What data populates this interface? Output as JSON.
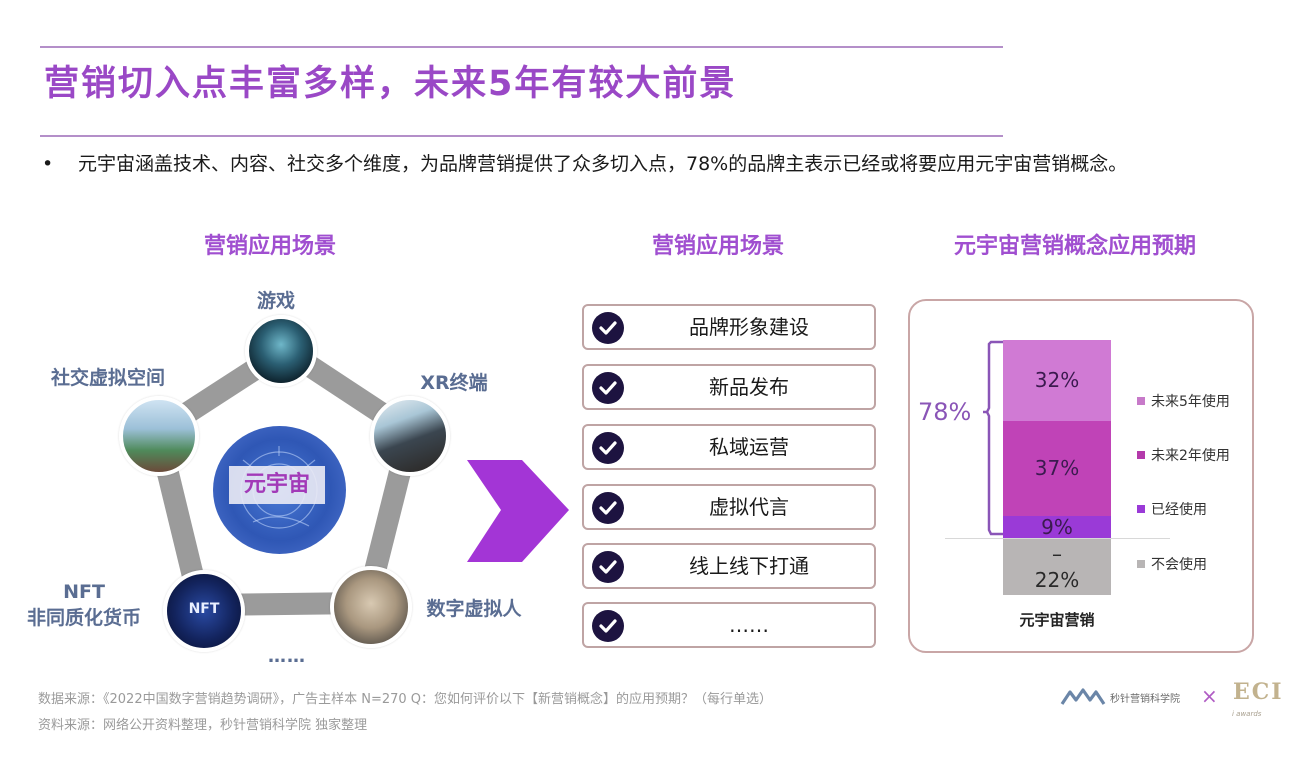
{
  "header": {
    "title": "营销切入点丰富多样，未来5年有较大前景"
  },
  "bullet": {
    "dot": "•",
    "text": "元宇宙涵盖技术、内容、社交多个维度，为品牌营销提供了众多切入点，78%的品牌主表示已经或将要应用元宇宙营销概念。"
  },
  "diagram": {
    "title": "营销应用场景",
    "center": "元宇宙",
    "nodes": [
      {
        "label": "游戏",
        "icon": "game-image"
      },
      {
        "label": "XR终端",
        "icon": "vr-headset-image"
      },
      {
        "label": "数字虚拟人",
        "icon": "virtual-human-image"
      },
      {
        "label": "NFT\n非同质化货币",
        "label_line1": "NFT",
        "label_line2": "非同质化货币",
        "icon": "nft-image",
        "badge": "NFT"
      },
      {
        "label": "社交虚拟空间",
        "icon": "social-space-image"
      }
    ],
    "more": "……",
    "colors": {
      "connector": "#9b9b9b",
      "label": "#5a6d92",
      "center_text": "#a23ab8",
      "orb": "#2f57b5"
    }
  },
  "arrow": {
    "icon": "right-arrow-icon",
    "color": "#a335d6"
  },
  "scenarios": {
    "title": "营销应用场景",
    "items": [
      {
        "label": "品牌形象建设",
        "checked": true
      },
      {
        "label": "新品发布",
        "checked": true
      },
      {
        "label": "私域运营",
        "checked": true
      },
      {
        "label": "虚拟代言",
        "checked": true
      },
      {
        "label": "线上线下打通",
        "checked": true
      },
      {
        "label": "……",
        "checked": true
      }
    ]
  },
  "chart": {
    "title": "元宇宙营销概念应用预期",
    "bracket_label": "78%",
    "category": "元宇宙营销",
    "segments": [
      {
        "label": "32%",
        "value": 32,
        "series": "未来5年使用",
        "color": "#d07ad4"
      },
      {
        "label": "37%",
        "value": 37,
        "series": "未来2年使用",
        "color": "#c043b7"
      },
      {
        "label": "9%",
        "value": 9,
        "series": "已经使用",
        "color": "#9a3ad7"
      },
      {
        "label": "22%",
        "value": 22,
        "series": "不会使用",
        "color": "#b8b5b5",
        "prefix": "–"
      }
    ],
    "legend": [
      {
        "label": "未来5年使用",
        "color": "#c77ac9"
      },
      {
        "label": "未来2年使用",
        "color": "#b43aab"
      },
      {
        "label": "已经使用",
        "color": "#9a3ad7"
      },
      {
        "label": "不会使用",
        "color": "#b8b5b5"
      }
    ]
  },
  "chart_data": {
    "type": "bar",
    "stacked": true,
    "title": "元宇宙营销概念应用预期",
    "categories": [
      "元宇宙营销"
    ],
    "series": [
      {
        "name": "未来5年使用",
        "values": [
          32
        ]
      },
      {
        "name": "未来2年使用",
        "values": [
          37
        ]
      },
      {
        "name": "已经使用",
        "values": [
          9
        ]
      },
      {
        "name": "不会使用",
        "values": [
          22
        ]
      }
    ],
    "annotations": [
      {
        "text": "78%",
        "spans": [
          "未来5年使用",
          "未来2年使用",
          "已经使用"
        ]
      }
    ],
    "xlabel": "",
    "ylabel": "",
    "legend_position": "right",
    "grid": false
  },
  "footer": {
    "line1": "数据来源：《2022中国数字营销趋势调研》，广告主样本 N=270      Q：您如何评价以下【新营销概念】的应用预期？（每行单选）",
    "line2": "资料来源：网络公开资料整理，秒针营销科学院 独家整理",
    "logo_text": "秒针营销科学院",
    "logo_x": "×",
    "partner_logo": "ECI",
    "partner_sub": "i awards"
  }
}
